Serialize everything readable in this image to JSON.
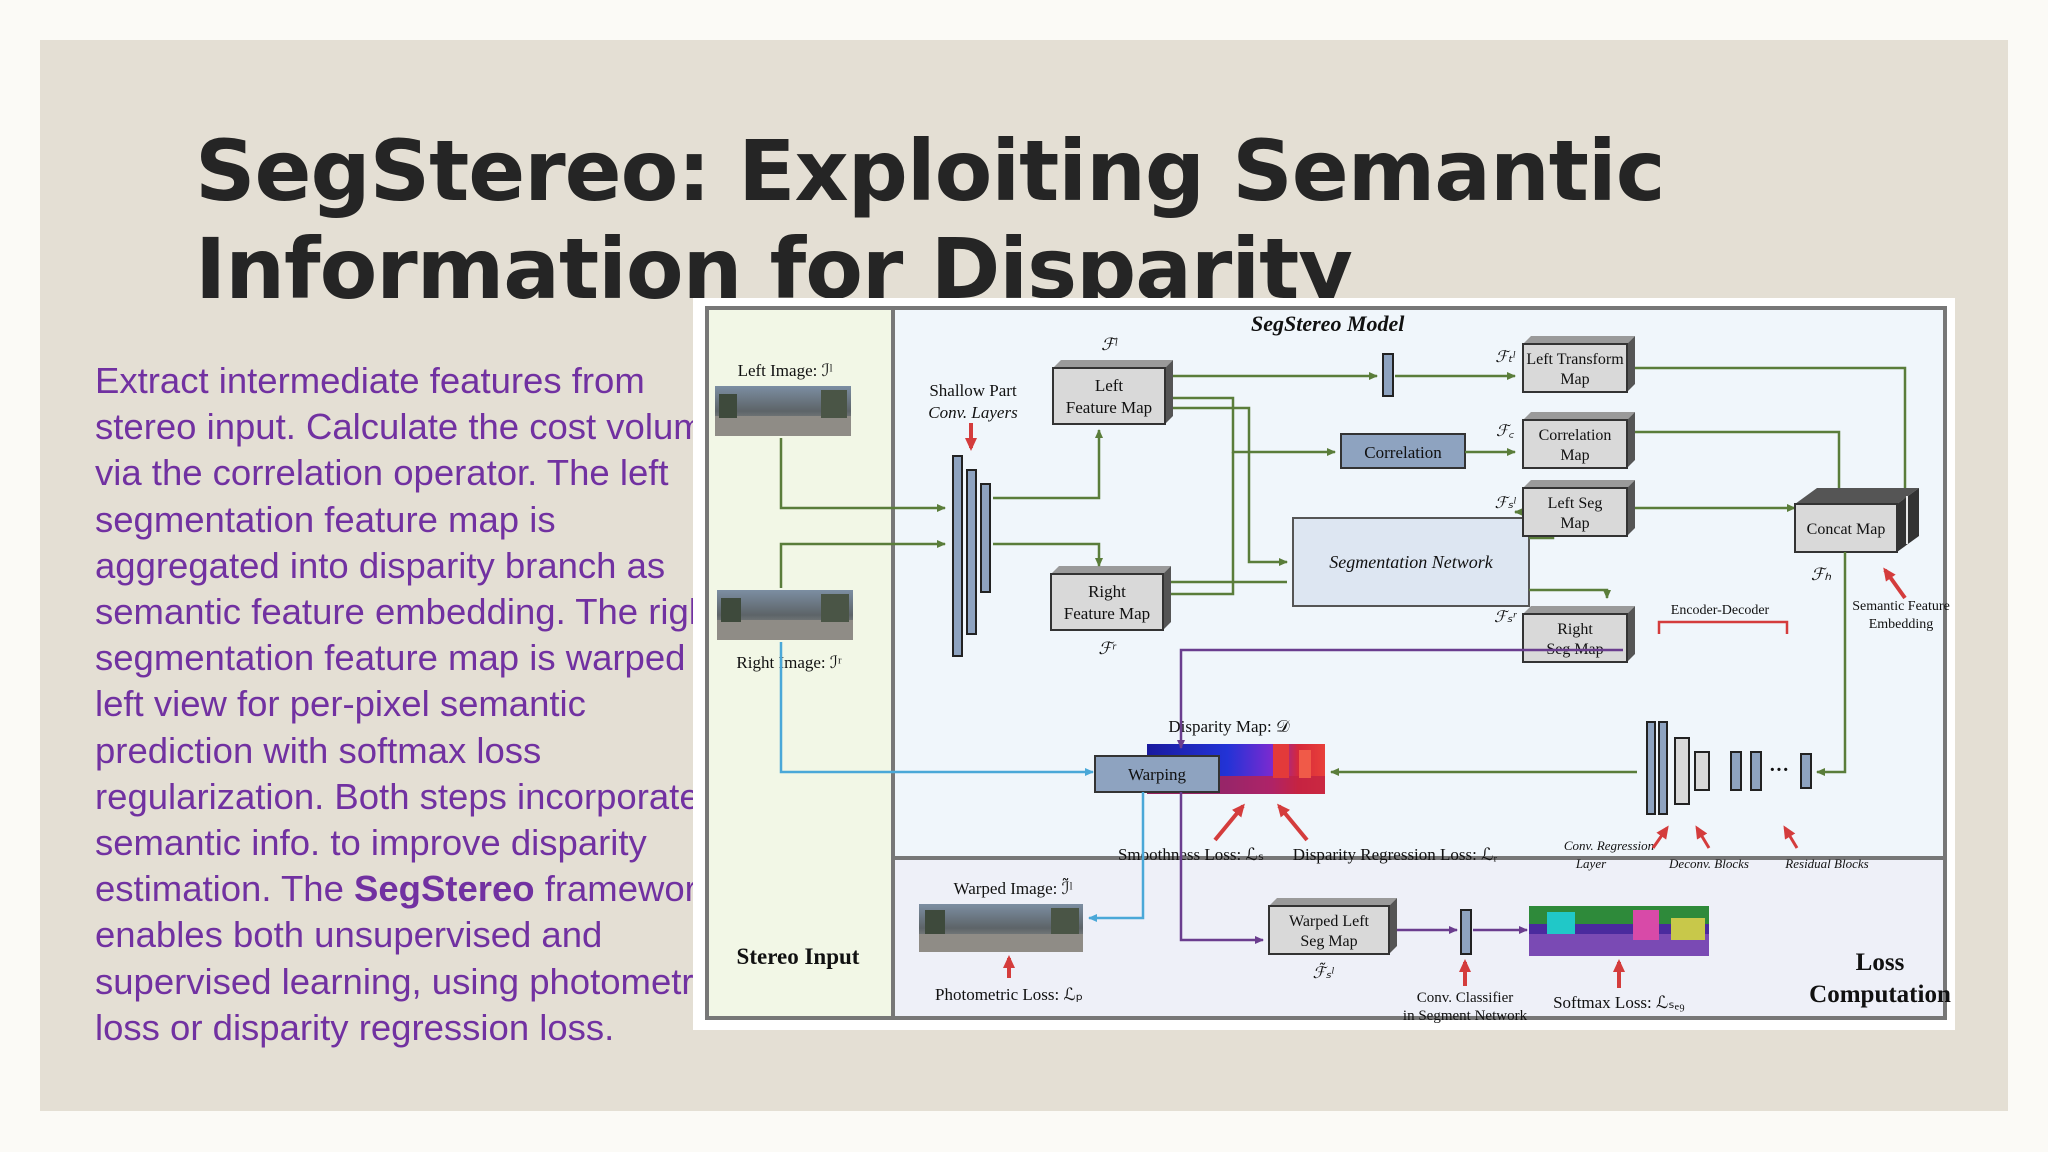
{
  "slide": {
    "title_line1": "SegStereo: Exploiting Semantic",
    "title_line2": "Information for Disparity",
    "body_part1": "Extract intermediate features from stereo input. Calculate the cost volume via the correlation operator. The left segmentation feature map is aggregated into disparity branch as semantic feature embedding. The right segmentation feature map is warped to left view for per-pixel semantic prediction with softmax loss regularization. Both steps incorporate semantic info. to improve disparity estimation. The ",
    "body_bold": "SegStereo",
    "body_part2": " framework enables both unsupervised and supervised learning, using photometric loss or disparity regression loss."
  },
  "figure": {
    "model_title": "SegStereo Model",
    "stereo_input": "Stereo Input",
    "loss_title_1": "Loss",
    "loss_title_2": "Computation",
    "left_image": "Left Image: ℐˡ",
    "right_image": "Right Image: ℐʳ",
    "shallow_1": "Shallow Part",
    "shallow_2": "Conv. Layers",
    "left_feature_1": "Left",
    "left_feature_2": "Feature Map",
    "right_feature_1": "Right",
    "right_feature_2": "Feature Map",
    "f_l": "ℱˡ",
    "f_r": "ℱʳ",
    "correlation": "Correlation",
    "segmentation_network": "Segmentation Network",
    "left_transform_1": "Left Transform",
    "left_transform_2": "Map",
    "correlation_map_1": "Correlation",
    "correlation_map_2": "Map",
    "left_seg_1": "Left Seg",
    "left_seg_2": "Map",
    "right_seg_1": "Right",
    "right_seg_2": "Seg Map",
    "f_t": "ℱₜˡ",
    "f_c": "ℱ꜀",
    "f_s_l": "ℱₛˡ",
    "f_s_r": "ℱₛʳ",
    "concat_map": "Concat Map",
    "f_h": "ℱₕ",
    "semantic_embed_1": "Semantic Feature",
    "semantic_embed_2": "Embedding",
    "encoder_decoder": "Encoder-Decoder",
    "disparity_map": "Disparity Map: 𝒟",
    "warping": "Warping",
    "conv_regression_1": "Conv. Regression",
    "conv_regression_2": "Layer",
    "deconv_blocks": "Deconv. Blocks",
    "residual_blocks": "Residual Blocks",
    "smoothness_loss": "Smoothness Loss: ℒₛ",
    "disparity_regression_loss": "Disparity Regression Loss: ℒᵣ",
    "warped_image": "Warped Image: ℐ̃ˡ",
    "photometric_loss": "Photometric Loss: ℒₚ",
    "warped_left_seg_1": "Warped Left",
    "warped_left_seg_2": "Seg Map",
    "f_s_tilde": "ℱ̃ₛˡ",
    "conv_classifier_1": "Conv. Classifier",
    "conv_classifier_2": "in Segment Network",
    "softmax_loss": "Softmax Loss: ℒₛₑ₉"
  },
  "colors": {
    "title": "#252525",
    "body_text": "#7131a1",
    "slide_bg": "#e4dfd4",
    "green_arrow": "#5a7d3a",
    "blue_arrow": "#4aa8d8",
    "purple_arrow": "#6a3d8e",
    "red_arrow": "#d43c3c",
    "box_fill": "#d9d9d9",
    "blue_box": "#8ea3c0"
  }
}
